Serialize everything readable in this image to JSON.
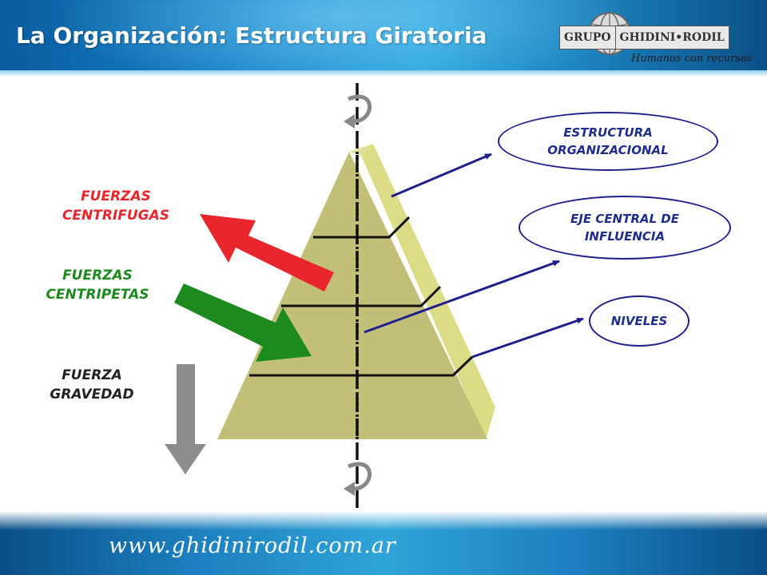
{
  "header": {
    "title": "La Organización: Estructura Giratoria",
    "logo_left": "GRUPO",
    "logo_right": "GHIDINI•RODIL",
    "tagline": "Humanos con recursos"
  },
  "labels": {
    "centrifugas": "FUERZAS\nCENTRIFUGAS",
    "centripetas": "FUERZAS\nCENTRIPETAS",
    "gravedad": "FUERZA\nGRAVEDAD"
  },
  "callouts": {
    "estructura": "ESTRUCTURA\nORGANIZACIONAL",
    "eje": "EJE CENTRAL DE\nINFLUENCIA",
    "niveles": "NIVELES"
  },
  "footer": {
    "url": "www.ghidinirodil.com.ar"
  },
  "colors": {
    "centrifugas": "#e8262c",
    "centripetas": "#1d8a1f",
    "gravedad": "#8c8c8c",
    "callout_border": "#1f1f8c",
    "pyramid_front": "#c4c27a",
    "pyramid_side": "#dcdc86"
  },
  "icons": {
    "rotation_top": "rotate-arrow-icon",
    "rotation_bottom": "rotate-arrow-icon",
    "logo_globe": "globe-icon"
  }
}
